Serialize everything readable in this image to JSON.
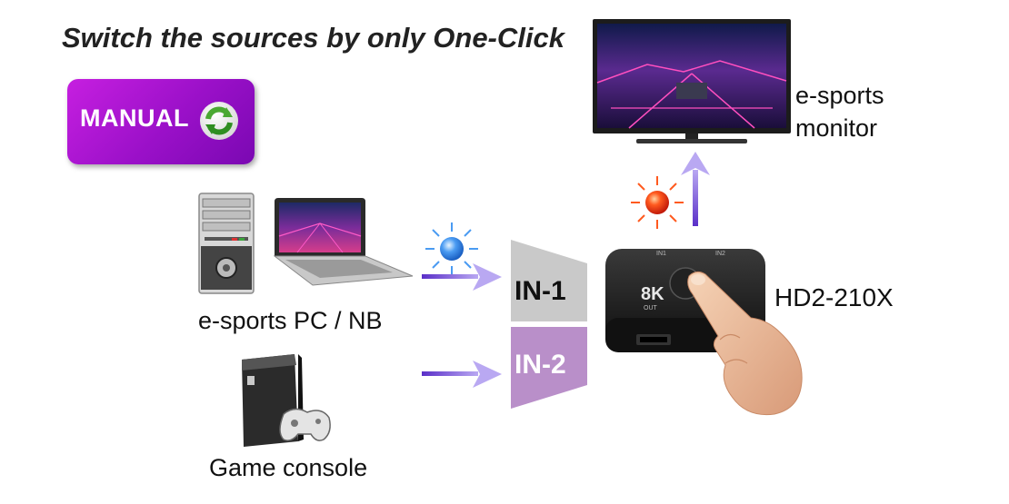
{
  "headline": "Switch the sources by only One-Click",
  "manual_button": {
    "label": "MANUAL"
  },
  "labels": {
    "pc_nb": "e-sports PC / NB",
    "game_console": "Game console",
    "monitor_line1": "e-sports",
    "monitor_line2": "monitor",
    "model": "HD2-210X"
  },
  "ports": {
    "in1": "IN-1",
    "in2": "IN-2"
  },
  "device_marks": {
    "brand_mark": "8K",
    "top_in1": "IN1",
    "top_in2": "IN2",
    "out": "OUT"
  },
  "colors": {
    "manual_button": "#a514d2",
    "arrow": "#6f3bd0",
    "in1_block": "#c9c9c9",
    "in2_block": "#b98fc9",
    "led_active": "#ff4a1a",
    "led_input": "#3a8ff0"
  }
}
